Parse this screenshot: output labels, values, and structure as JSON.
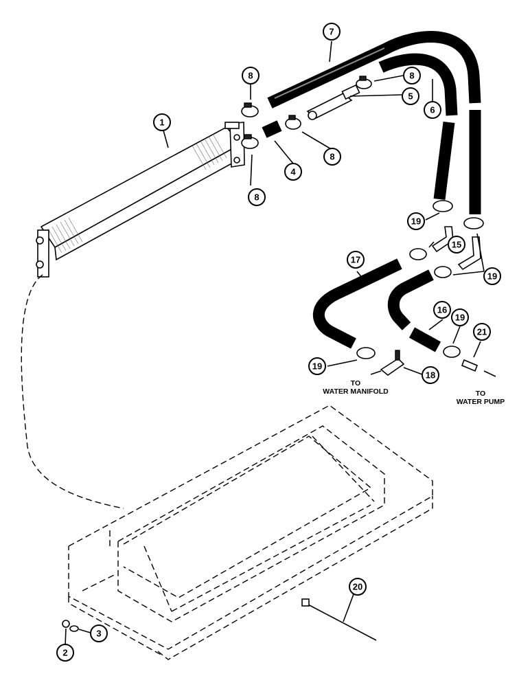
{
  "callouts": {
    "c1": "1",
    "c2": "2",
    "c3": "3",
    "c4": "4",
    "c5": "5",
    "c6": "6",
    "c7": "7",
    "c8a": "8",
    "c8b": "8",
    "c8c": "8",
    "c8d": "8",
    "c15": "15",
    "c16": "16",
    "c17": "17",
    "c18": "18",
    "c19a": "19",
    "c19b": "19",
    "c19c": "19",
    "c19d": "19",
    "c20": "20",
    "c21": "21"
  },
  "destinations": {
    "manifold_line1": "TO",
    "manifold_line2": "WATER MANIFOLD",
    "pump_line1": "TO",
    "pump_line2": "WATER PUMP"
  }
}
